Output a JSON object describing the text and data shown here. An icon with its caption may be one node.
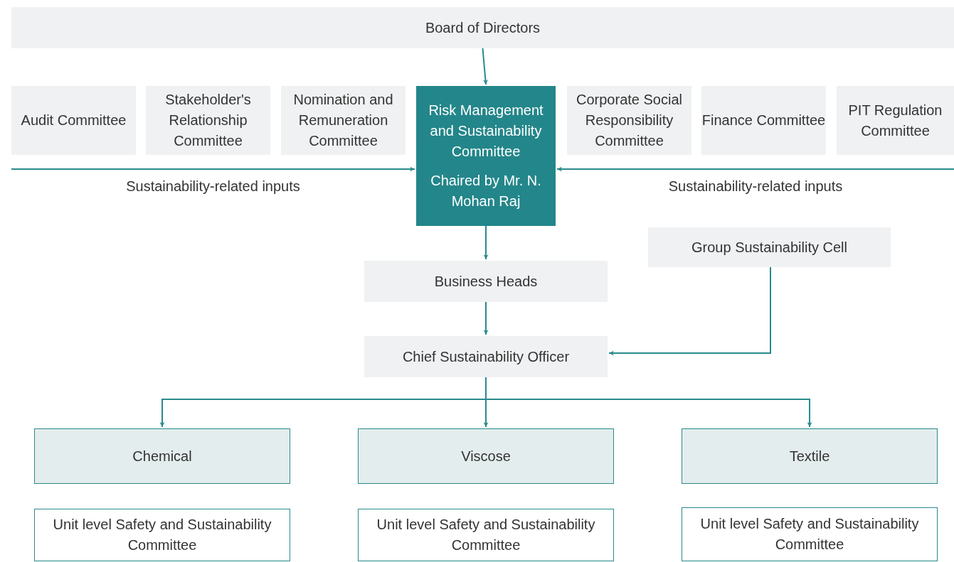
{
  "diagram": {
    "nodes": [
      {
        "text": [
          "Board of Directors"
        ]
      },
      {
        "text": [
          "Audit Committee"
        ]
      },
      {
        "text": [
          "Stakeholder's Relationship Committee"
        ]
      },
      {
        "text": [
          "Nomination and Remuneration Committee"
        ]
      },
      {
        "text": [
          "Risk Management and Sustainability Committee",
          "Chaired by Mr. N. Mohan Raj"
        ]
      },
      {
        "text": [
          "Corporate Social Responsibility Committee"
        ]
      },
      {
        "text": [
          "Finance Committee"
        ]
      },
      {
        "text": [
          "PIT Regulation Committee"
        ]
      },
      {
        "text": [
          "Group Sustainability Cell"
        ]
      },
      {
        "text": [
          "Business Heads"
        ]
      },
      {
        "text": [
          "Chief Sustainability Officer"
        ]
      },
      {
        "text": [
          "Chemical"
        ]
      },
      {
        "text": [
          "Viscose"
        ]
      },
      {
        "text": [
          "Textile"
        ]
      },
      {
        "text": [
          "Unit level Safety and Sustainability Committee"
        ]
      },
      {
        "text": [
          "Unit level Safety and Sustainability Committee"
        ]
      },
      {
        "text": [
          "Unit level Safety and Sustainability Committee"
        ]
      }
    ],
    "edges": [
      {
        "from": 0,
        "to": 4,
        "arrow": "to"
      },
      {
        "from": null,
        "to": 4,
        "arrow": "to",
        "label": "Sustainability-related inputs"
      },
      {
        "from": null,
        "to": 4,
        "arrow": "to",
        "label": "Sustainability-related inputs"
      },
      {
        "from": 4,
        "to": 9,
        "arrow": "to"
      },
      {
        "from": 9,
        "to": 10,
        "arrow": "to"
      },
      {
        "from": 8,
        "to": 10,
        "arrow": "to"
      },
      {
        "from": 10,
        "to": 11,
        "arrow": "to"
      },
      {
        "from": 10,
        "to": 12,
        "arrow": "to"
      },
      {
        "from": 10,
        "to": 13,
        "arrow": "to"
      }
    ]
  }
}
